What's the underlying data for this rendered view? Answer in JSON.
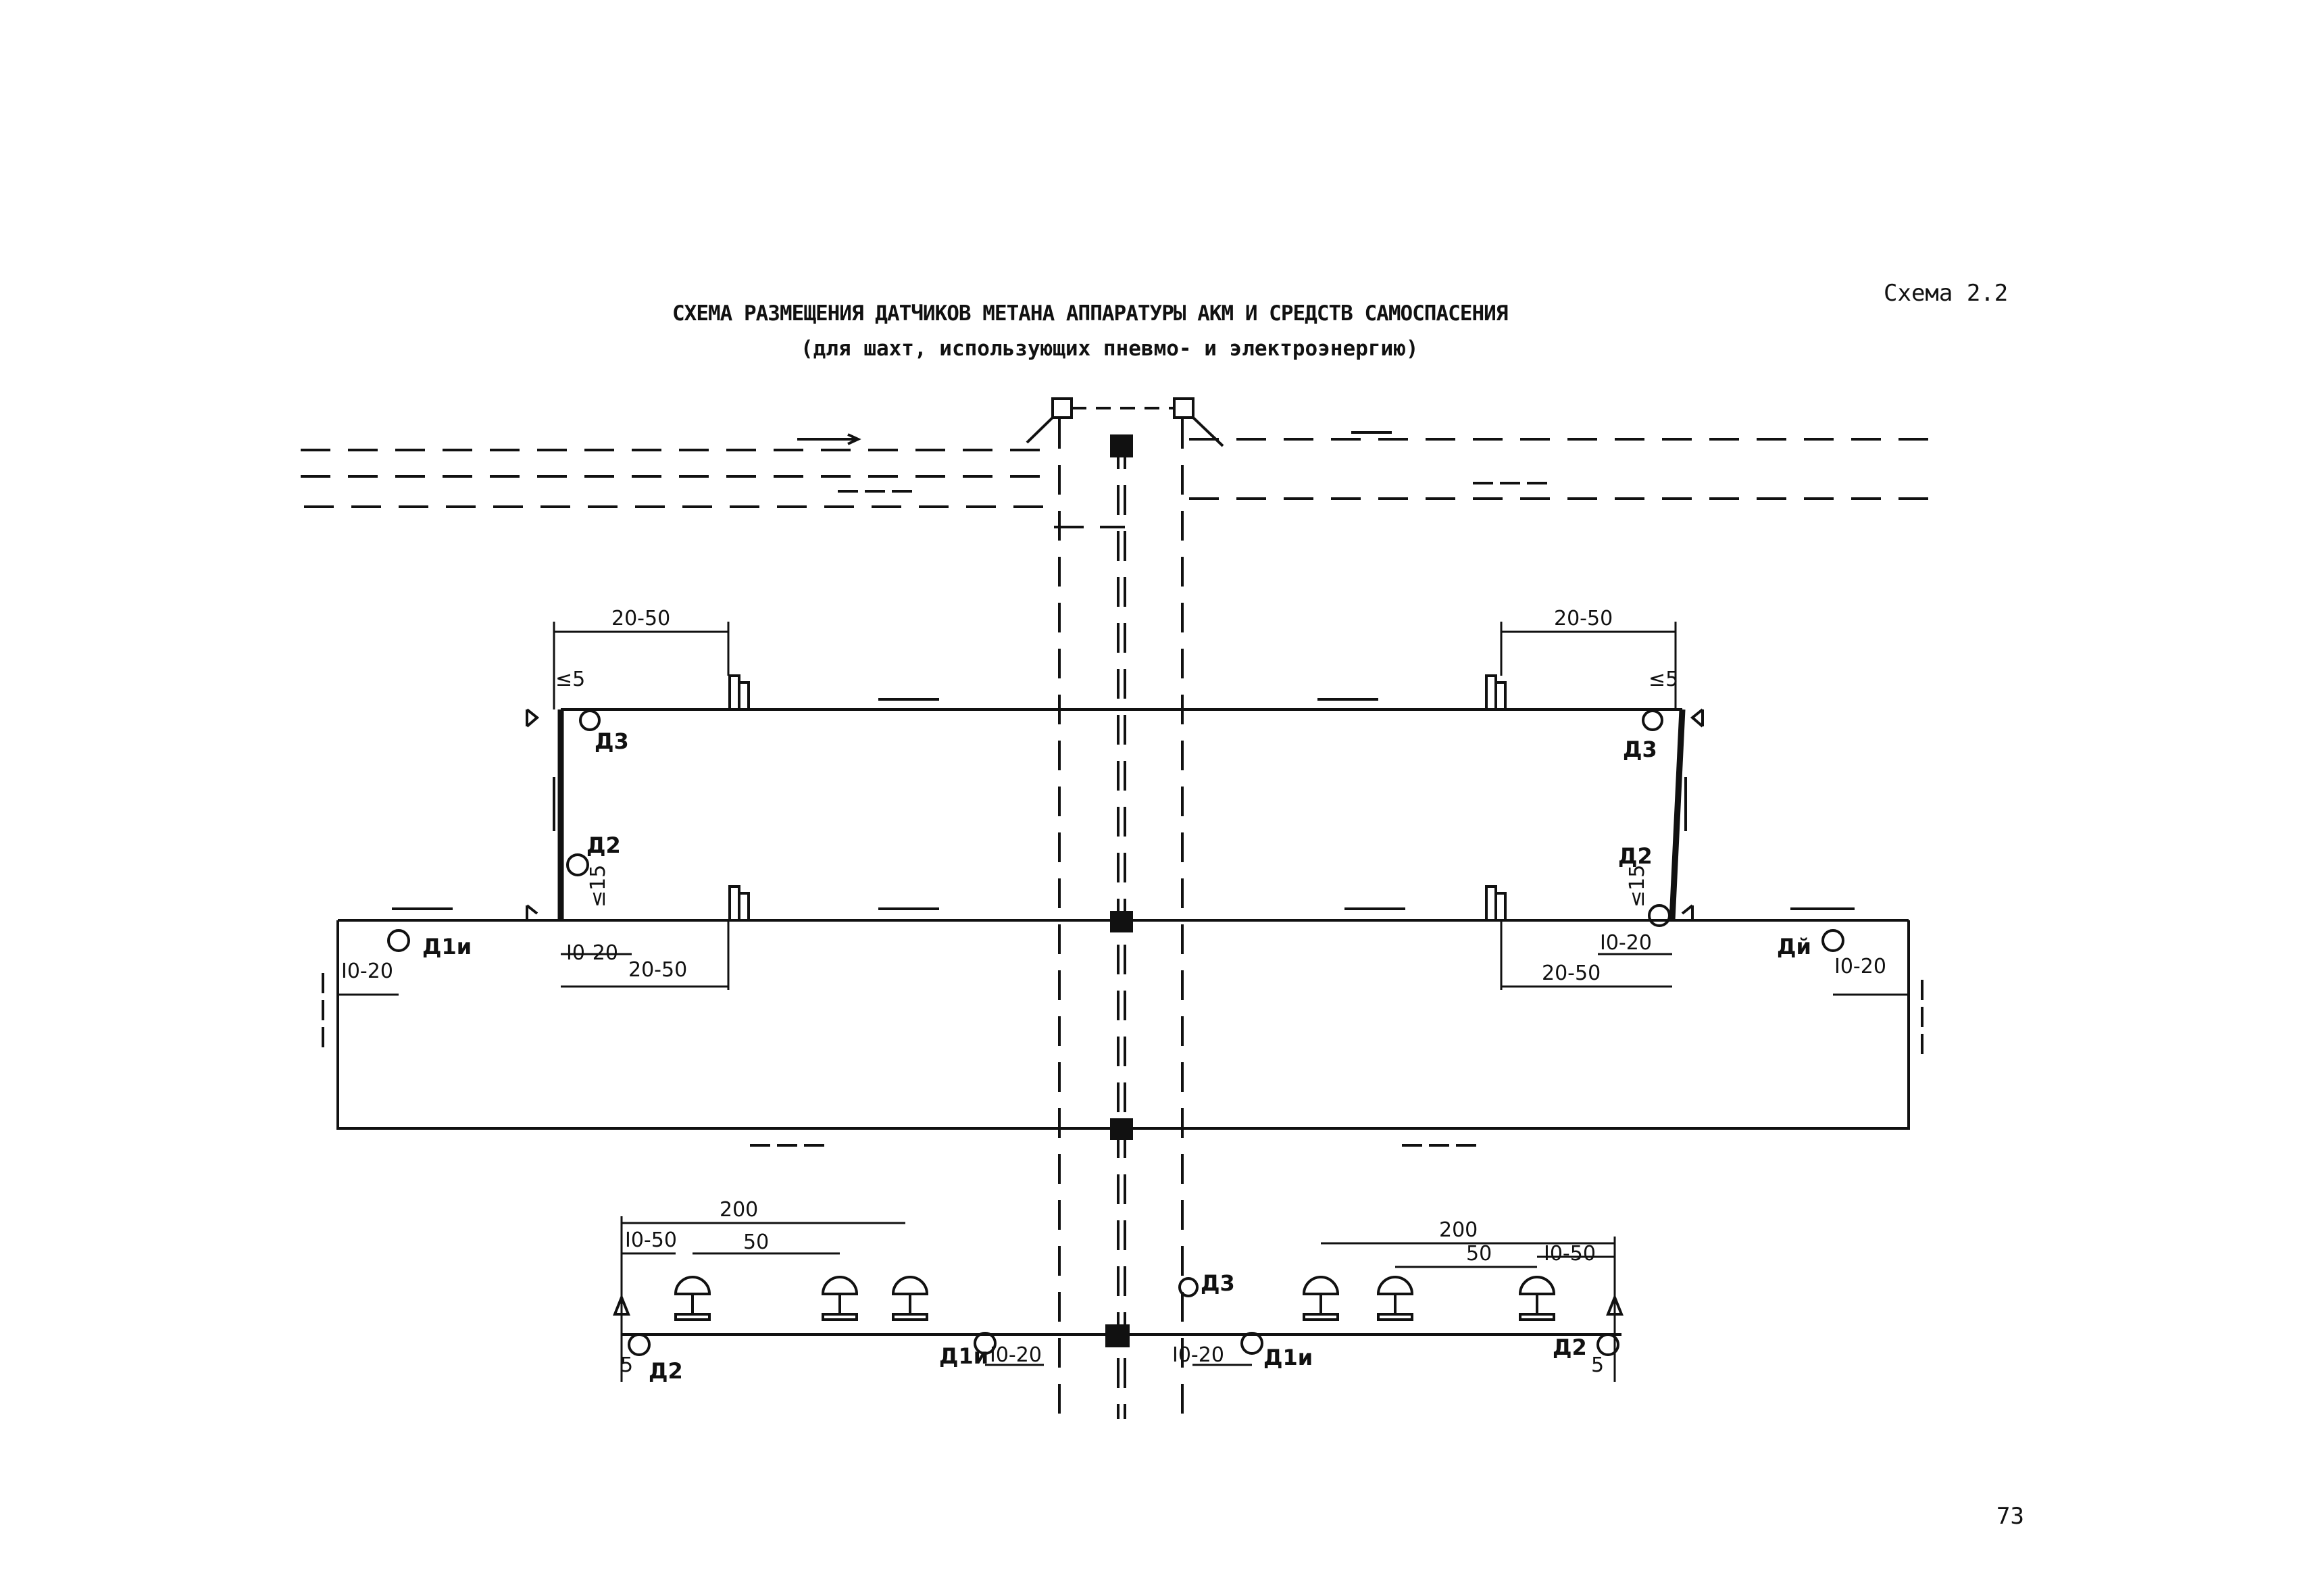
{
  "header": {
    "scheme_label": "Схема 2.2",
    "title": "СХЕМА РАЗМЕЩЕНИЯ ДАТЧИКОВ МЕТАНА АППАРАТУРЫ АКМ И СРЕДСТВ САМОСПАСЕНИЯ",
    "subtitle": "(для шахт, использующих пневмо- и электроэнергию)"
  },
  "dimensions": {
    "d20_50": "20-50",
    "d5": "≤5",
    "d15": "≤15",
    "d10_20": "I0-20",
    "d200": "200",
    "d10_50": "I0-50",
    "d50": "50",
    "d5_plain": "5"
  },
  "sensors": {
    "d3": "Д3",
    "d2": "Д2",
    "d1i": "Д1и",
    "di": "Дй"
  },
  "footer": {
    "page_number": "73"
  }
}
